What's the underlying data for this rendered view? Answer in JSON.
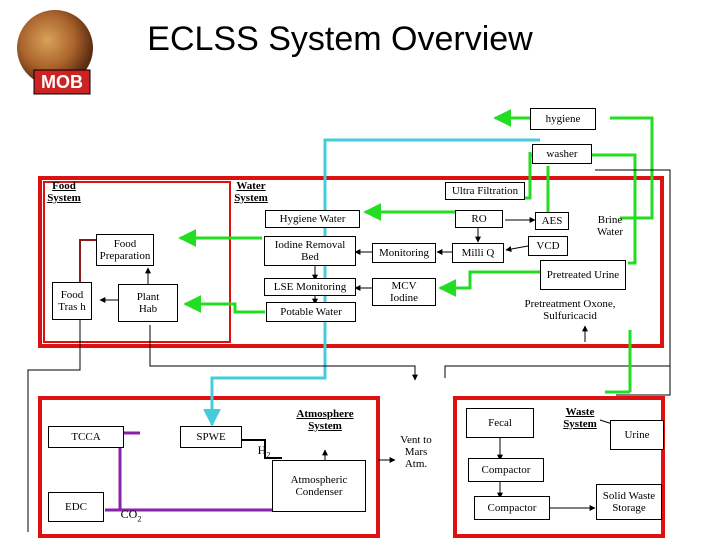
{
  "title": "ECLSS System Overview",
  "logo": {
    "text": "MOB"
  },
  "labels": {
    "hygiene": "hygiene",
    "washer": "washer",
    "food_system": "Food System",
    "water_system": "Water System",
    "ultra_filtration": "Ultra Filtration",
    "hygiene_water": "Hygiene Water",
    "ro": "RO",
    "aes": "AES",
    "brine_water": "Brine Water",
    "food_preparation": "Food Preparation",
    "iodine_removal_bed": "Iodine Removal Bed",
    "monitoring": "Monitoring",
    "milli_q": "Milli Q",
    "vcd": "VCD",
    "pretreated_urine": "Pretreated Urine",
    "food_trash": "Food Tras h",
    "plant_hab": "Plant Hab",
    "lse_monitoring": "LSE Monitoring",
    "mcv_iodine": "MCV Iodine",
    "potable_water": "Potable Water",
    "pretreatment": "Pretreatment Oxone, Sulfuricacid",
    "atmosphere_system": "Atmosphere System",
    "tcca": "TCCA",
    "spwe": "SPWE",
    "h2": "H",
    "h2_sub": "2",
    "atmospheric_condenser": "Atmospheric Condenser",
    "edc": "EDC",
    "co2": "CO",
    "co2_sub": "2",
    "vent": "Vent to Mars Atm.",
    "fecal": "Fecal",
    "waste_system": "Waste System",
    "urine": "Urine",
    "compactor1": "Compactor",
    "compactor2": "Compactor",
    "solid_waste_storage": "Solid Waste Storage"
  },
  "colors": {
    "subsystem_border": "#dd1111",
    "water_line": "#22dd22",
    "cyan_line": "#44ccdd",
    "food_line": "#8b1a1a",
    "hydrogen_line": "#000000",
    "co2_line": "#8822aa",
    "blue_line": "#2244cc"
  }
}
